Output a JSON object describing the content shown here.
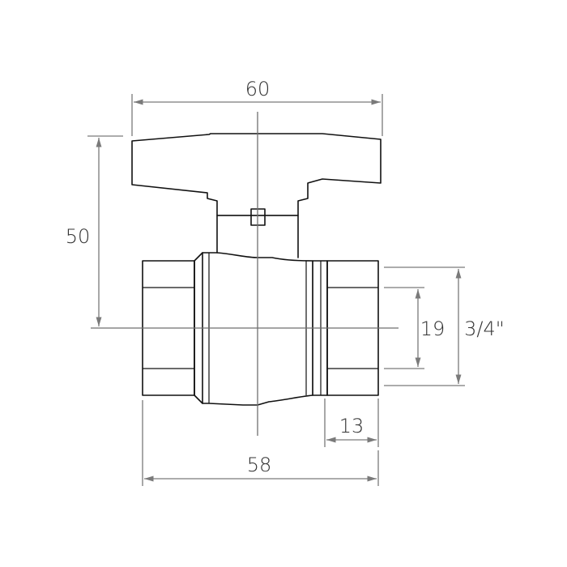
{
  "drawing": {
    "subject": "ball valve",
    "colors": {
      "outline": "#111111",
      "dimension": "#7a7a7a",
      "text": "#333333"
    },
    "dimensions": {
      "handle_width": "60",
      "total_height": "50",
      "body_length": "58",
      "bore": "19",
      "thread_size": "3/4\"",
      "thread_length": "13"
    }
  }
}
